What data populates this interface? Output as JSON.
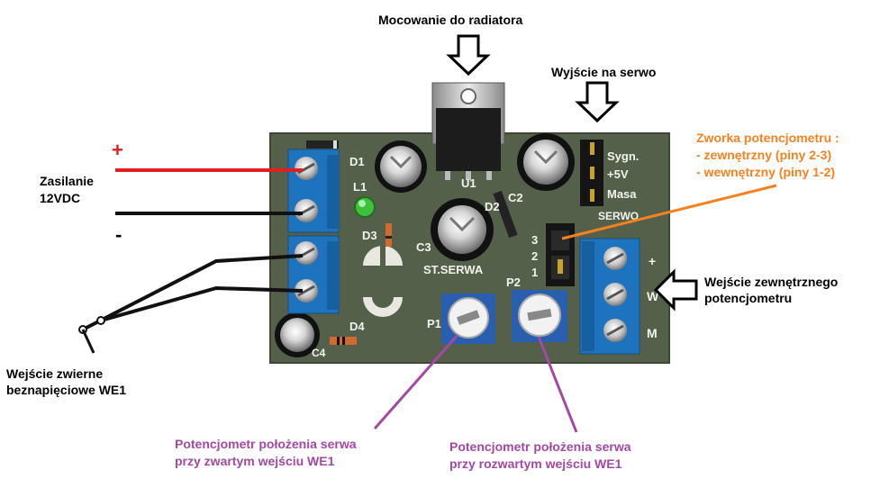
{
  "labels": {
    "heatsink_mount": "Mocowanie do radiatora",
    "servo_output": "Wyjście na serwo",
    "jumper_title": "Zworka potencjometru :",
    "jumper_external": "- zewnętrzny (piny 2-3)",
    "jumper_internal": "- wewnętrzny (piny 1-2)",
    "supply_line1": "Zasilanie",
    "supply_line2": "12VDC",
    "plus_sign": "+",
    "minus_sign": "-",
    "ext_pot_line1": "Wejście zewnętrznego",
    "ext_pot_line2": "potencjometru",
    "input_line1": "Wejście zwierne",
    "input_line2": "beznapięciowe  WE1",
    "pot_closed_line1": "Potencjometr położenia serwa",
    "pot_closed_line2": "przy zwartym wejściu WE1",
    "pot_open_line1": "Potencjometr położenia serwa",
    "pot_open_line2": "przy rozwartym wejściu WE1"
  },
  "silkscreen": {
    "d1": "D1",
    "l1": "L1",
    "d3": "D3",
    "c3": "C3",
    "u1": "U1",
    "c2": "C2",
    "d2": "D2",
    "d4": "D4",
    "c4": "C4",
    "p1": "P1",
    "p2": "P2",
    "board_name": "ST.SERWA",
    "sygn": "Sygn.",
    "plus5v": "+5V",
    "masa": "Masa",
    "serwo": "SERWO",
    "pin3": "3",
    "pin2": "2",
    "pin1": "1",
    "term_plus": "+",
    "term_w": "W",
    "term_m": "M"
  },
  "colors": {
    "board": "#55604a",
    "terminal": "#1e73be",
    "red_wire": "#e02020",
    "orange": "#f58220",
    "purple": "#a349a4"
  }
}
